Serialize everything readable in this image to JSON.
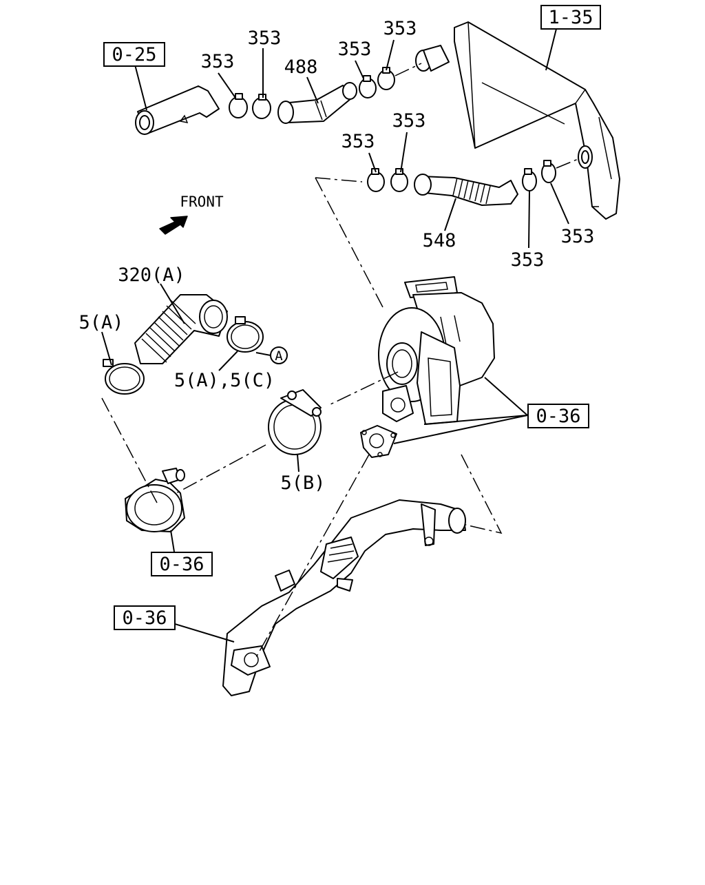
{
  "references": {
    "ref_0_25": "0-25",
    "ref_1_35": "1-35",
    "ref_0_36_turbo": "0-36",
    "ref_0_36_elbow": "0-36",
    "ref_0_36_pipe": "0-36"
  },
  "callouts": {
    "c353_a": "353",
    "c353_b": "353",
    "c353_c": "353",
    "c353_d": "353",
    "c353_e": "353",
    "c353_f": "353",
    "c353_g": "353",
    "c353_h": "353",
    "c488": "488",
    "c548": "548",
    "c320a": "320(A)",
    "c5a": "5(A)",
    "c5a5c": "5(A),5(C)",
    "c5b": "5(B)",
    "marker_a": "A"
  },
  "front_label": "FRONT",
  "icons": [
    "front-arrow-icon",
    "circle-a-marker-icon"
  ]
}
